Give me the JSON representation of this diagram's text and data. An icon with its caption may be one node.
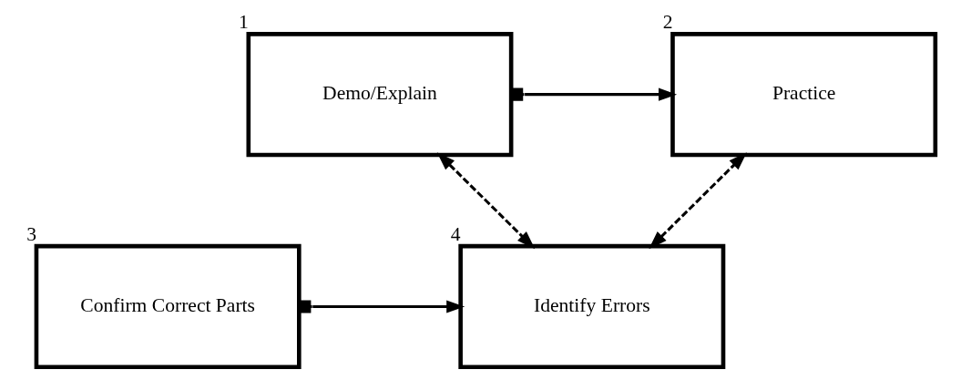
{
  "diagram": {
    "nodes": [
      {
        "text": [
          "Demo/Explain"
        ],
        "beside": [
          "1"
        ]
      },
      {
        "text": [
          "Practice"
        ],
        "beside": [
          "2"
        ]
      },
      {
        "text": [
          "Identify Errors"
        ],
        "beside": [
          "4"
        ]
      },
      {
        "text": [
          "Confirm Correct Parts"
        ],
        "beside": [
          "3"
        ]
      }
    ],
    "edges": [
      {
        "from": 0,
        "to": 1,
        "arrow": "to"
      },
      {
        "from": 0,
        "to": 2,
        "arrow": "both",
        "style": "dashed"
      },
      {
        "from": 2,
        "to": 1,
        "arrow": "both",
        "style": "dashed"
      },
      {
        "from": 3,
        "to": 2,
        "arrow": "to"
      }
    ]
  }
}
